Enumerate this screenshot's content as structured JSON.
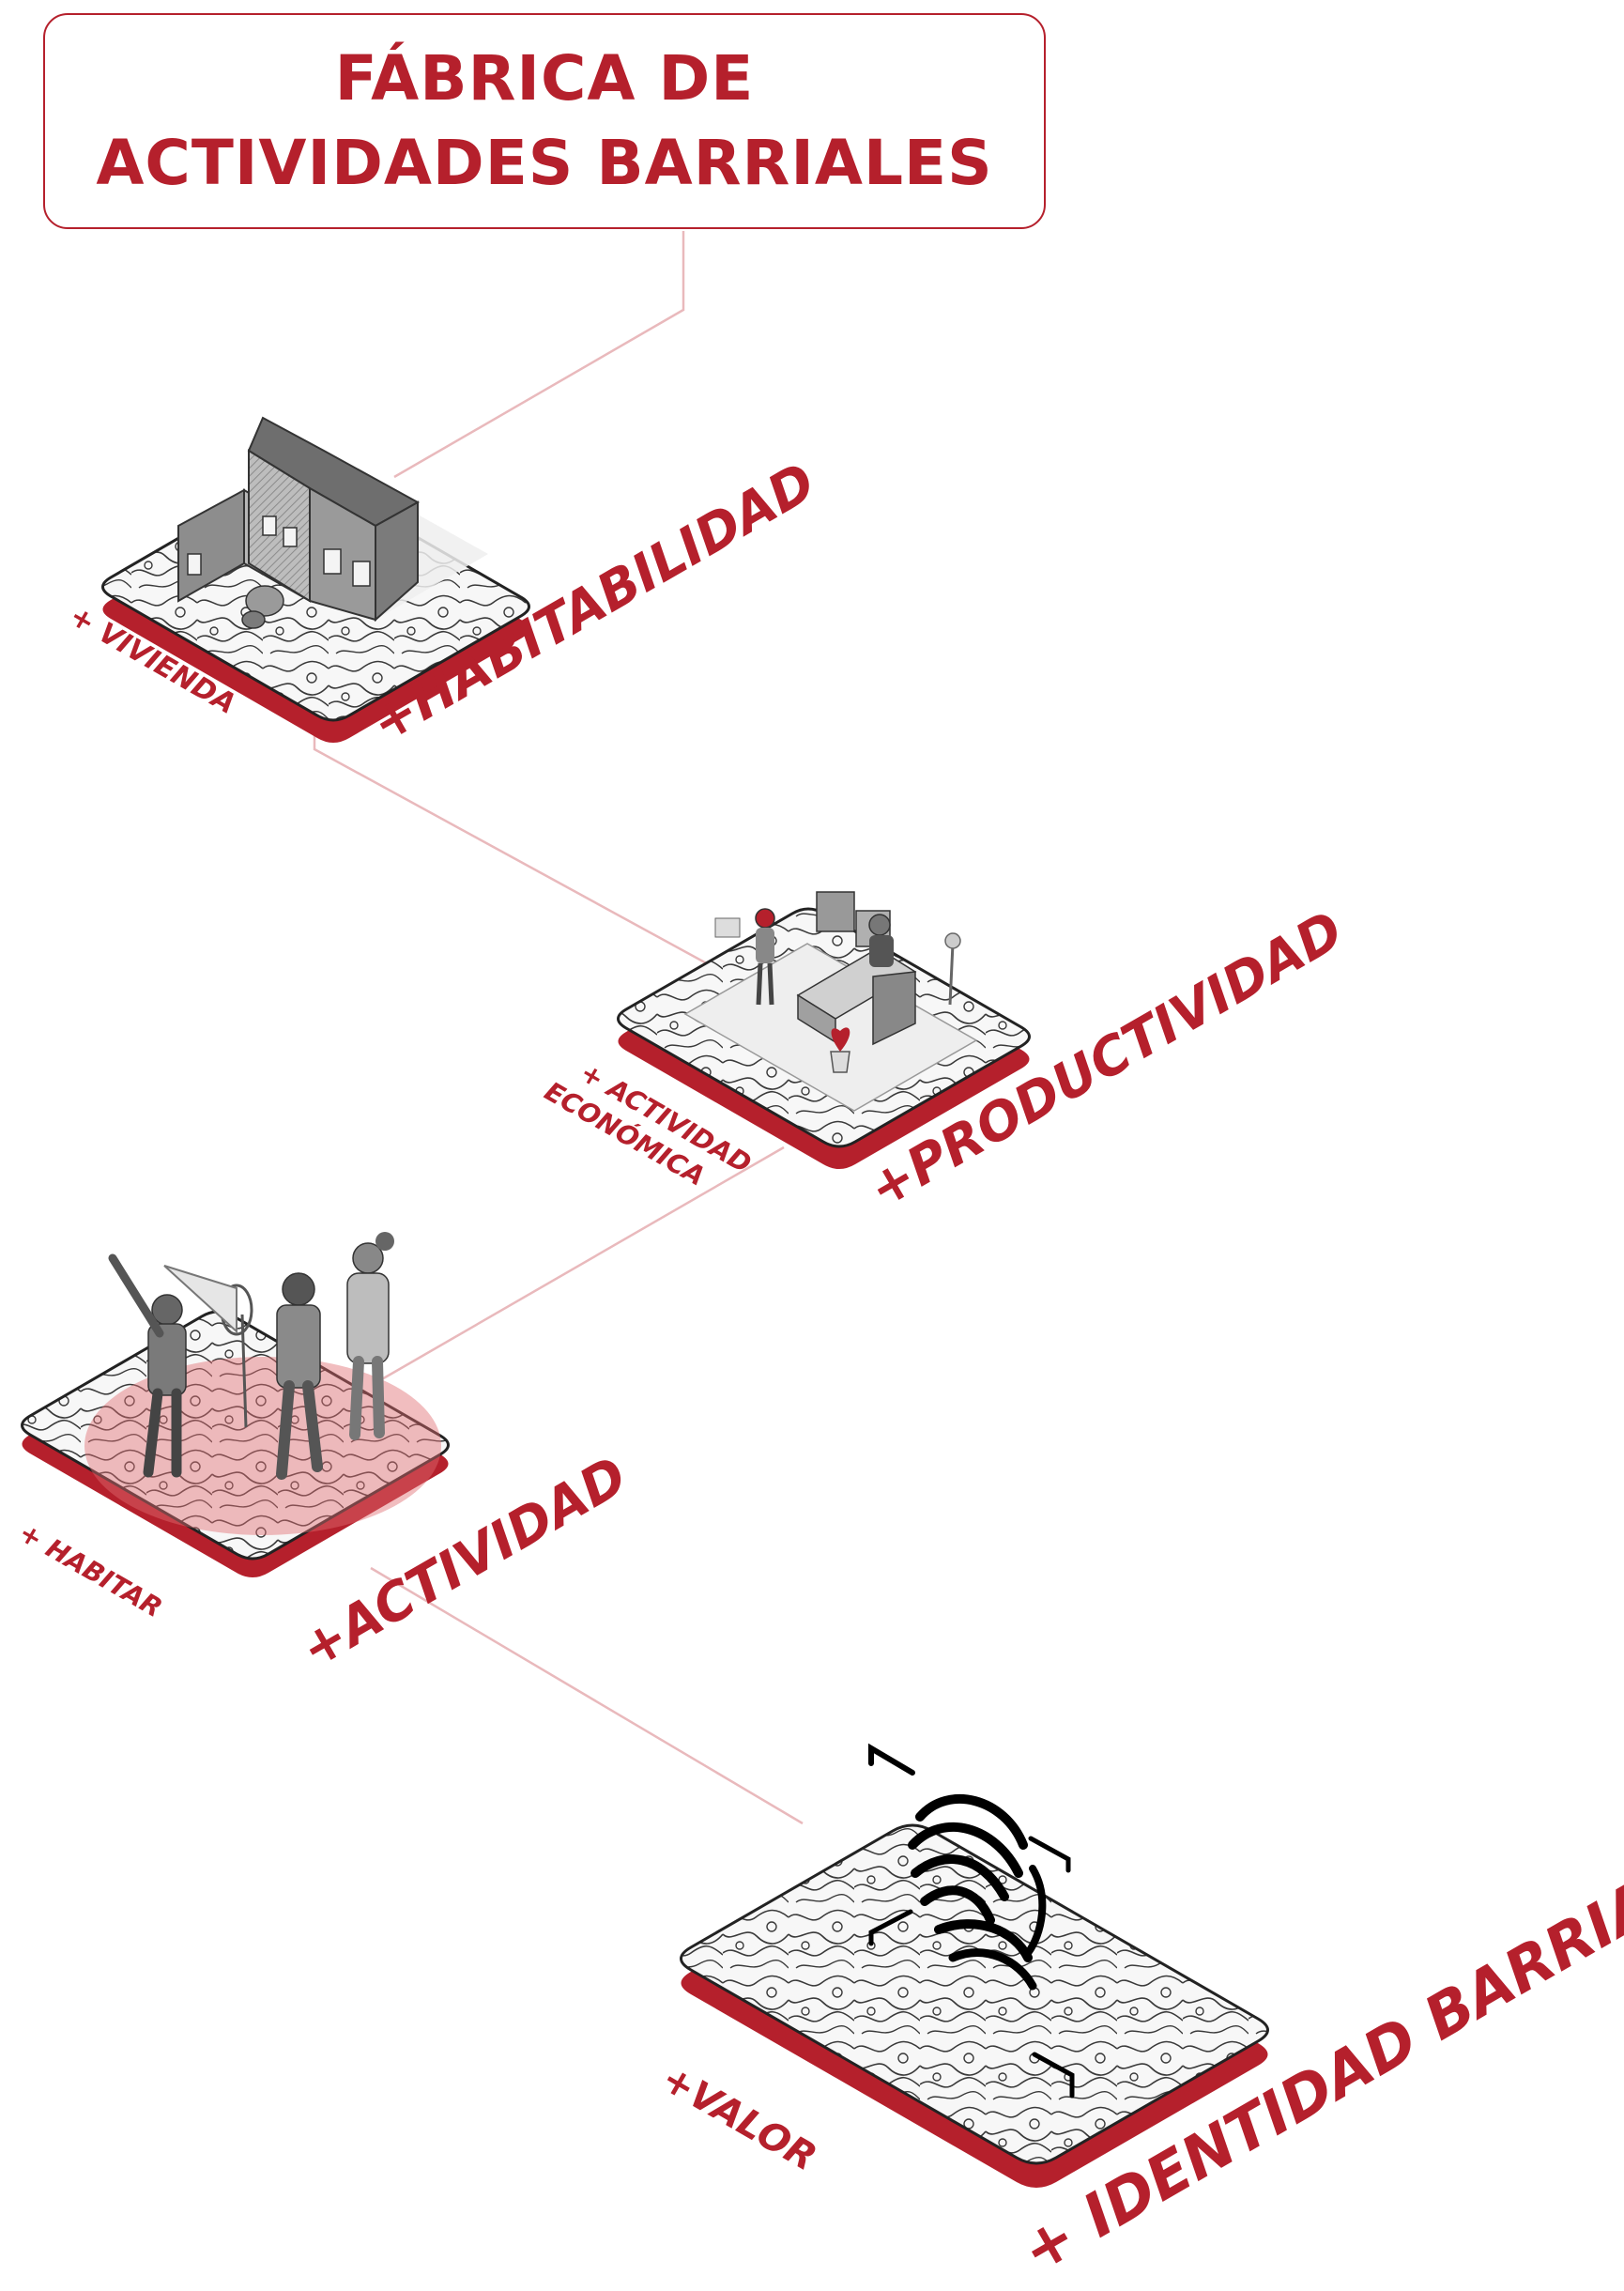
{
  "title": {
    "line1": "FÁBRICA DE",
    "line2": "ACTIVIDADES BARRIALES"
  },
  "stages": [
    {
      "small_label": "+ VIVIENDA",
      "big_label": "+HABITABILIDAD",
      "illustration": "house-icon"
    },
    {
      "small_label_1": "+ ACTIVIDAD",
      "small_label_2": "ECONÓMICA",
      "big_label": "+PRODUCTIVIDAD",
      "illustration": "office-workers-icon"
    },
    {
      "small_label": "+ HABITAR",
      "big_label": "+ACTIVIDAD",
      "illustration": "people-icon"
    },
    {
      "small_label": "+VALOR",
      "big_label": "+ IDENTIDAD BARRIAL",
      "illustration": "fingerprint-icon"
    }
  ],
  "colors": {
    "accent": "#b5202c",
    "connector": "#e9b9bc",
    "platform_fill": "#f2f2f2",
    "platform_edge": "#222222"
  }
}
